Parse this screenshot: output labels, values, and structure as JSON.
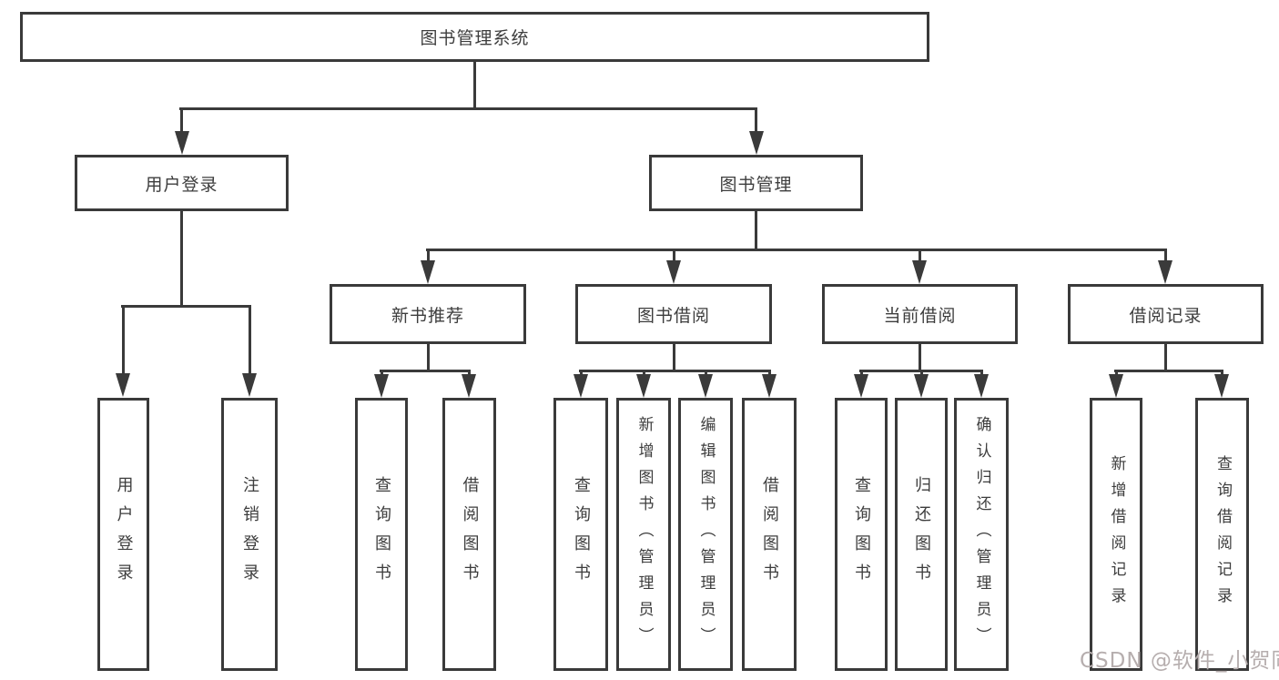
{
  "diagram": {
    "type": "tree",
    "root": {
      "label": "图书管理系统",
      "children": [
        {
          "label": "用户登录",
          "children": [
            {
              "label": "用户登录"
            },
            {
              "label": "注销登录"
            }
          ]
        },
        {
          "label": "图书管理",
          "children": [
            {
              "label": "新书推荐",
              "children": [
                {
                  "label": "查询图书"
                },
                {
                  "label": "借阅图书"
                }
              ]
            },
            {
              "label": "图书借阅",
              "children": [
                {
                  "label": "查询图书"
                },
                {
                  "label": "新增图书（管理员）"
                },
                {
                  "label": "编辑图书（管理员）"
                },
                {
                  "label": "借阅图书"
                }
              ]
            },
            {
              "label": "当前借阅",
              "children": [
                {
                  "label": "查询图书"
                },
                {
                  "label": "归还图书"
                },
                {
                  "label": "确认归还（管理员）"
                }
              ]
            },
            {
              "label": "借阅记录",
              "children": [
                {
                  "label": "新增借阅记录"
                },
                {
                  "label": "查询借阅记录"
                }
              ]
            }
          ]
        }
      ]
    }
  },
  "watermark": {
    "text": "CSDN @软件_小贺同学",
    "color": "#b6aeae"
  },
  "colors": {
    "line": "#3a3a3a",
    "text": "#3d3d3d",
    "background": "#ffffff"
  }
}
